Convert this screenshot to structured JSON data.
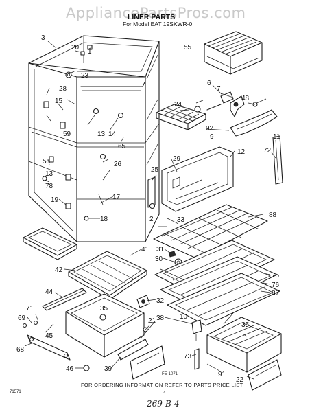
{
  "watermark": "AppliancePartsPros.com",
  "title": "LINER PARTS",
  "subtitle": "For Model EAT 19SKWR-0",
  "footer_note": "FOR ORDERING INFORMATION REFER TO PARTS PRICE LIST",
  "figure_code": "FE-1071",
  "corner_code": "71571",
  "page_number": "4",
  "handwritten": "269-B-4",
  "callouts": {
    "c2": "2",
    "c3": "3",
    "c6": "6",
    "c7": "7",
    "c9": "9",
    "c10": "10",
    "c11": "11",
    "c12": "12",
    "c13a": "13",
    "c13b": "13",
    "c14": "14",
    "c15": "15",
    "c17": "17",
    "c18": "18",
    "c19": "19",
    "c20": "20",
    "c21": "21",
    "c22": "22",
    "c23": "23",
    "c24": "24",
    "c25": "25",
    "c26": "26",
    "c28": "28",
    "c29": "29",
    "c30": "30",
    "c31": "31",
    "c32": "32",
    "c33": "33",
    "c35a": "35",
    "c35b": "35",
    "c38": "38",
    "c39": "39",
    "c41": "41",
    "c42": "42",
    "c44": "44",
    "c45": "45",
    "c46": "46",
    "c48": "48",
    "c55": "55",
    "c58": "58",
    "c59": "59",
    "c65": "65",
    "c68": "68",
    "c69": "69",
    "c71": "71",
    "c72": "72",
    "c73": "73",
    "c75": "75",
    "c76": "76",
    "c78": "78",
    "c87": "87",
    "c88": "88",
    "c91": "91",
    "c92": "92",
    "c1": "1"
  }
}
